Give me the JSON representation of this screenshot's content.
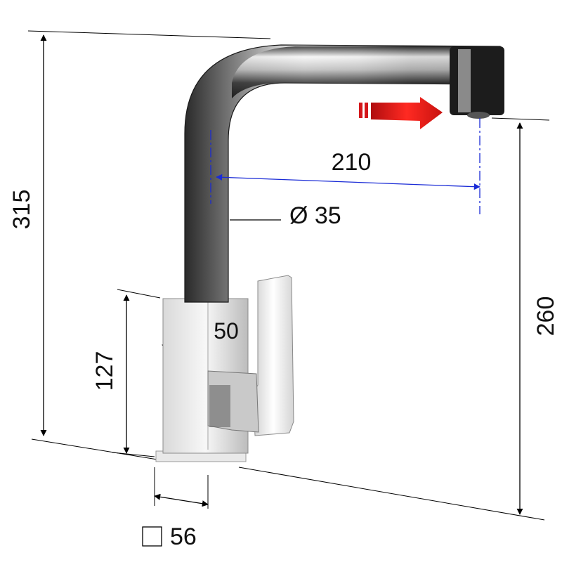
{
  "dimensions": {
    "total_height": "315",
    "spout_reach": "210",
    "pipe_diameter": "Ø 35",
    "body_width": "50",
    "body_height": "127",
    "spout_height": "260",
    "base_square": "56"
  },
  "colors": {
    "dimension_line": "#000000",
    "axis_line": "#1a2bd6",
    "arrow": "#e0191b",
    "chrome_dark": "#1b1b1b",
    "chrome_light": "#f4f4f4"
  }
}
